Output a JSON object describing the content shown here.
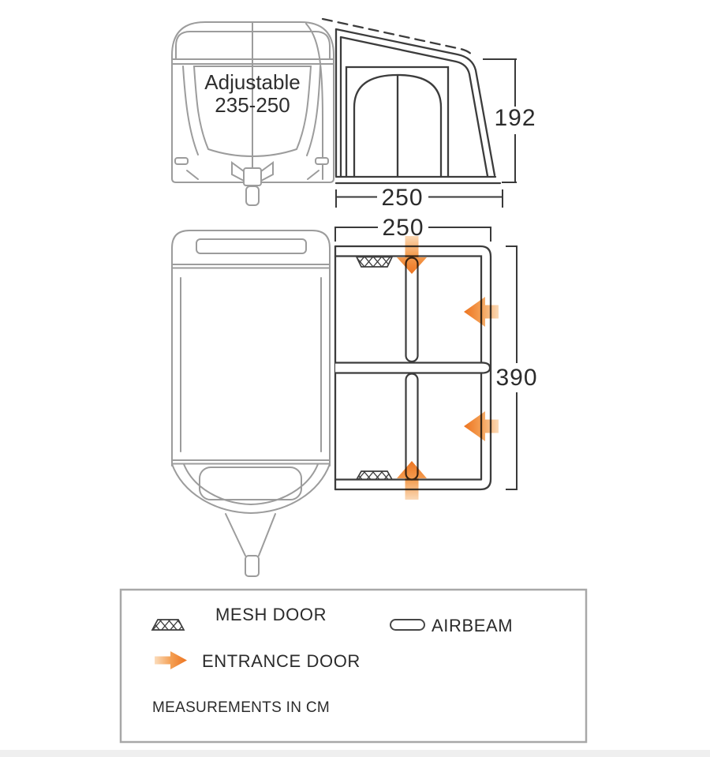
{
  "side_view": {
    "adjustable_label": {
      "line1": "Adjustable",
      "line2": "235-250"
    },
    "height_dim": "192",
    "depth_dim": "250"
  },
  "floor_plan": {
    "width_dim": "250",
    "length_dim": "390"
  },
  "legend": {
    "mesh_door_label": "MESH DOOR",
    "airbeam_label": "AIRBEAM",
    "entrance_door_label": "ENTRANCE DOOR",
    "measurements_note": "MEASUREMENTS IN CM"
  },
  "icons": {
    "mesh_door_symbol": "crosshatch-trapezoid",
    "airbeam_symbol": "pill-outline",
    "entrance_door_symbol": "orange-gradient-arrow"
  },
  "colors": {
    "accent_orange": "#ED7420",
    "accent_orange_light": "#FBDCBC",
    "line_dark": "#3C3C3C",
    "line_light": "#9C9C9C",
    "text": "#2B2B2B",
    "legend_border": "#A8A8A8"
  }
}
